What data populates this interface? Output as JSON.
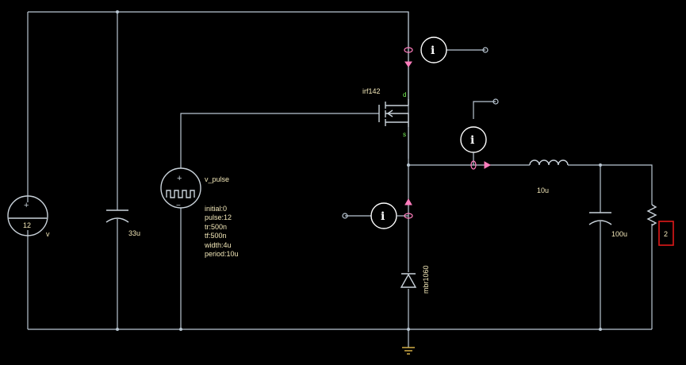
{
  "source": {
    "value": "12",
    "name": "v"
  },
  "cap_in": {
    "value": "33u"
  },
  "pulse": {
    "name": "v_pulse",
    "params": [
      "initial:0",
      "pulse:12",
      "tr:500n",
      "tf:500n",
      "width:4u",
      "period:10u"
    ]
  },
  "mosfet": {
    "model": "irf142",
    "drain_label": "d",
    "source_label": "s"
  },
  "diode": {
    "model": "mbr1060"
  },
  "inductor": {
    "value": "10u"
  },
  "cap_out": {
    "value": "100u"
  },
  "load": {
    "value": "2"
  },
  "meters": [
    {
      "symbol": "i"
    },
    {
      "symbol": "i"
    },
    {
      "symbol": "i"
    }
  ],
  "colors": {
    "wire": "#b9c6d2",
    "label": "#f2e7b8",
    "pin": "#7dff5a",
    "marker": "#ff7dbd",
    "highlight": "#e01a1a"
  }
}
